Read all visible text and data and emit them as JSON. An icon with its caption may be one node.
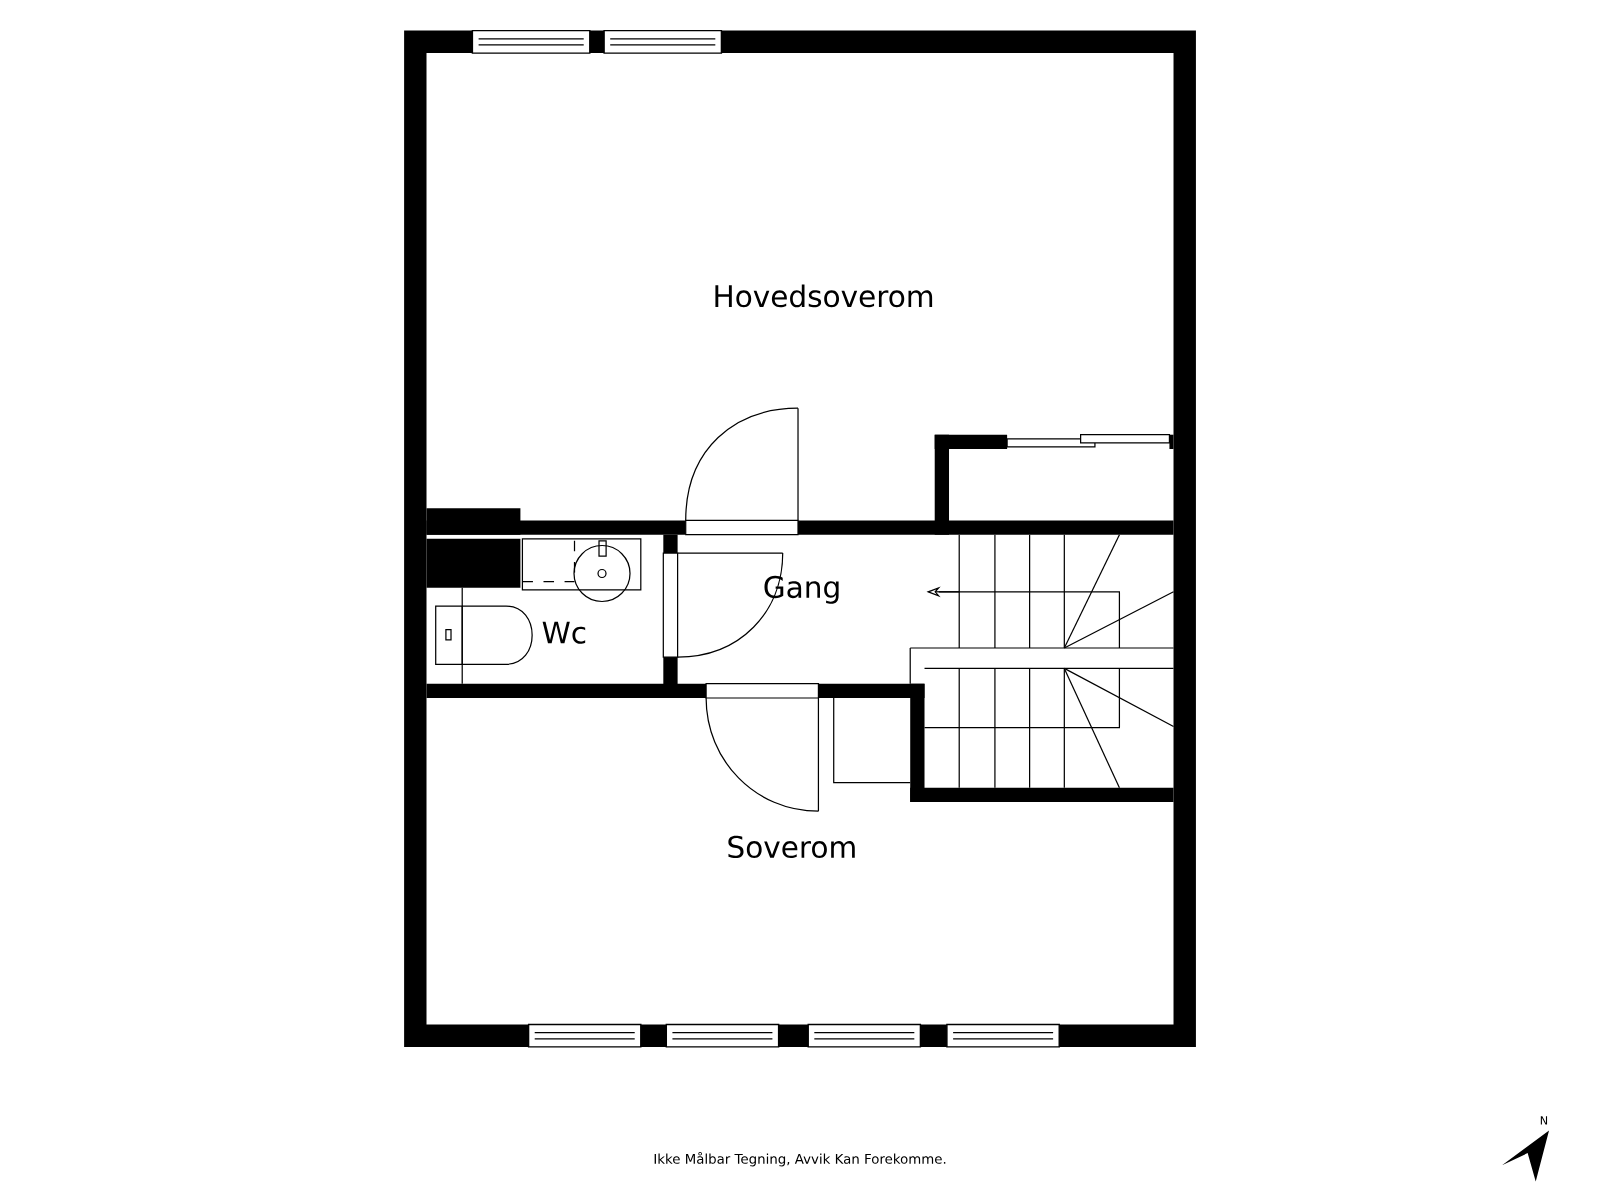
{
  "diagram": {
    "nodes": [
      {
        "text": [
          "Hovedsoverom"
        ]
      },
      {
        "text": [
          "Gang"
        ]
      },
      {
        "text": [
          "Wc"
        ]
      },
      {
        "text": [
          "Soverom"
        ]
      }
    ],
    "labels": [
      "Ikke Målbar Tegning, Avvik Kan Forekomme.",
      "N"
    ]
  }
}
